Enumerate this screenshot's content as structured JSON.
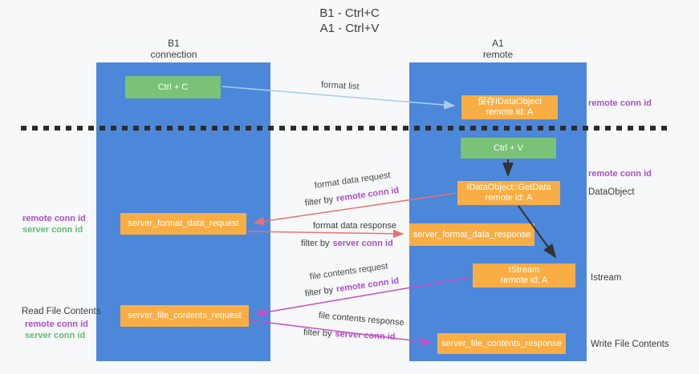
{
  "title": {
    "line1": "B1 - Ctrl+C",
    "line2": "A1 - Ctrl+V"
  },
  "lanes": {
    "left": {
      "title": "B1",
      "subtitle": "connection"
    },
    "right": {
      "title": "A1",
      "subtitle": "remote"
    }
  },
  "boxes": {
    "ctrl_c": {
      "label": "Ctrl + C"
    },
    "ctrl_v": {
      "label": "Ctrl + V"
    },
    "save_idataobject": {
      "line1": "保存IDataObject",
      "line2": "remote id: A"
    },
    "idataobject_getdata": {
      "line1": "IDataObject::GetData",
      "line2": "remote id: A"
    },
    "istream": {
      "line1": "IStream",
      "line2": "remote id: A"
    },
    "server_format_data_request": {
      "label": "server_format_data_request"
    },
    "server_format_data_response": {
      "label": "server_format_data_response"
    },
    "server_file_contents_request": {
      "label": "server_file_contents_request"
    },
    "server_file_contents_response": {
      "label": "server_file_contents_response"
    }
  },
  "arrow_labels": {
    "format_list": "format list",
    "format_data_request": "format data request",
    "format_data_response": "format data response",
    "file_contents_request": "file contents request",
    "file_contents_response": "file contents response",
    "filter_prefix": "filter by",
    "remote_conn_id": "remote conn id",
    "server_conn_id": "server conn id"
  },
  "side_labels": {
    "remote_conn_id": "remote conn id",
    "server_conn_id": "server conn id",
    "dataobject": "DataObject",
    "istream": "Istream",
    "read_file_contents": "Read File Contents",
    "write_file_contents": "Write File Contents"
  },
  "colors": {
    "lane_blue": "#4d87d9",
    "box_orange": "#f9ae45",
    "box_green": "#79c277",
    "purple_text": "#ab4fc8",
    "green_text": "#5fbf6f",
    "arrow_light_blue": "#a8ceec",
    "arrow_red": "#e87272",
    "arrow_magenta": "#c44fc4",
    "arrow_black": "#333333",
    "dash_line": "#2c2c2c"
  }
}
